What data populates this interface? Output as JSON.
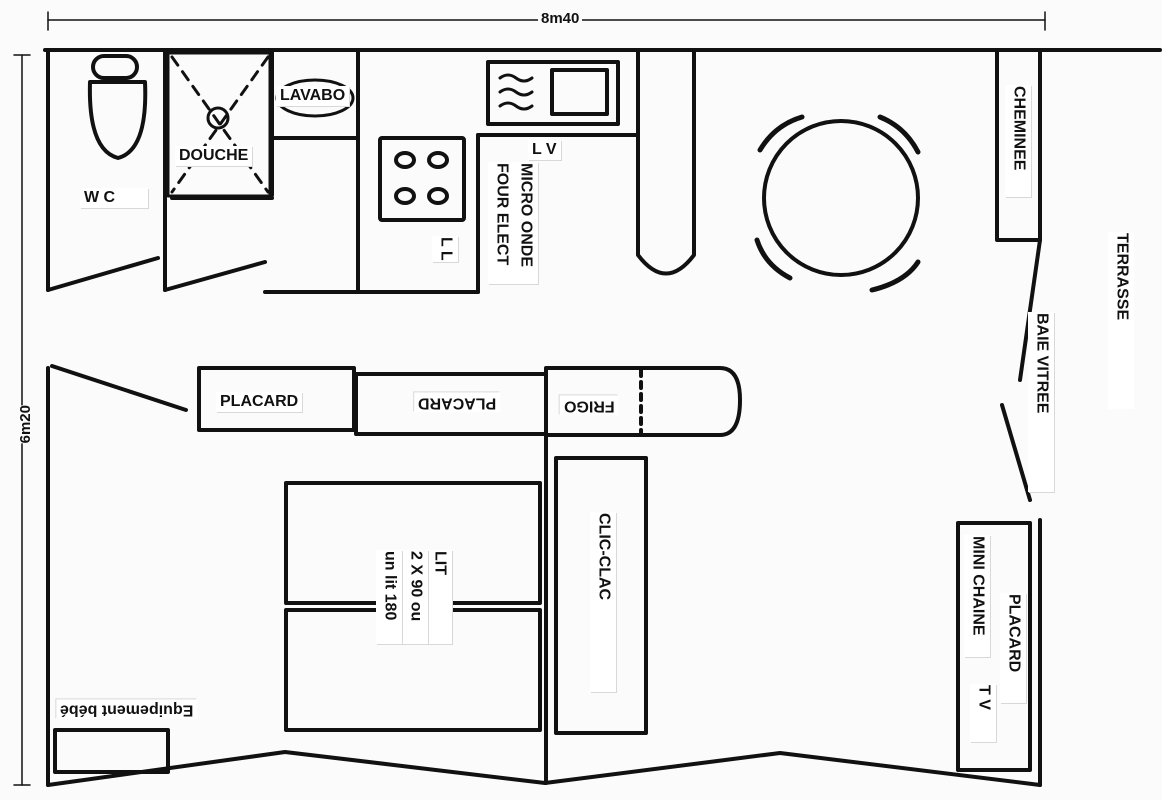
{
  "dimensions": {
    "width": "8m40",
    "height": "6m20"
  },
  "rooms": {
    "wc": "W C",
    "shower": "DOUCHE",
    "sink": "LAVABO",
    "oven": "FOUR ELECT",
    "microwave": "MICRO ONDE",
    "dishwasher": "L V",
    "washing_machine": "L L",
    "chimney": "CHEMINEE",
    "terrace": "TERRASSE",
    "bay_window": "BAIE VITREE",
    "closet_1": "PLACARD",
    "closet_2": "PLACARD",
    "fridge": "FRIGO",
    "sofa_bed": "CLIC-CLAC",
    "bed_line1": "LIT",
    "bed_line2": "2 X 90 ou",
    "bed_line3": "un lit 180",
    "baby_equipment": "Equipement bébé",
    "hifi": "MINI CHAINE",
    "closet_3": "PLACARD",
    "tv": "T V"
  }
}
